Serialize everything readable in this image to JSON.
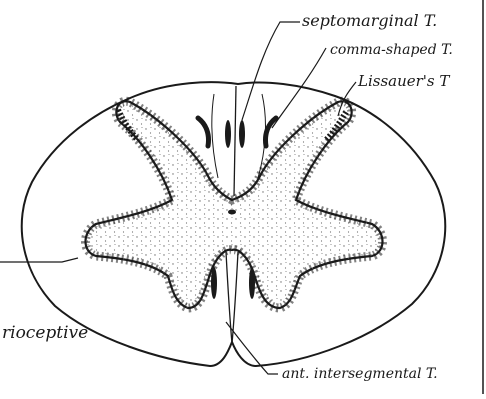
{
  "labels": {
    "septomarginal": "septomarginal T.",
    "comma_shaped": "comma-shaped T.",
    "lissauer": "Lissauer's T",
    "proprioceptive": "rioceptive",
    "ant_intersegmental": "ant. intersegmental T."
  },
  "colors": {
    "ink": "#1a1a1a",
    "paper": "#ffffff",
    "stipple": "#6b6b6b"
  }
}
